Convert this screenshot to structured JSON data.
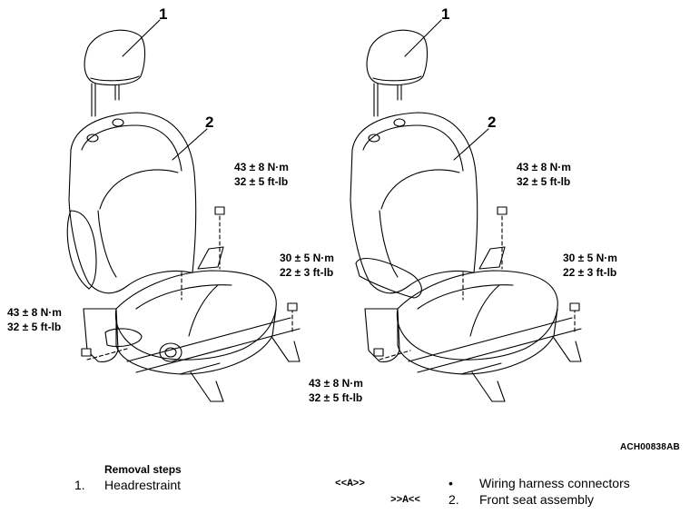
{
  "diagram": {
    "seat_left": {
      "headrestraint_callout": "1",
      "seat_callout": "2",
      "torque_backrest": {
        "nm": "43 ± 8 N·m",
        "ftlb": "32 ± 5 ft-lb"
      },
      "torque_rear": {
        "nm": "30 ± 5 N·m",
        "ftlb": "22 ± 3 ft-lb"
      },
      "torque_front": {
        "nm": "43 ± 8 N·m",
        "ftlb": "32 ± 5 ft-lb"
      }
    },
    "seat_right": {
      "headrestraint_callout": "1",
      "seat_callout": "2",
      "torque_backrest": {
        "nm": "43 ± 8 N·m",
        "ftlb": "32 ± 5 ft-lb"
      },
      "torque_rear": {
        "nm": "30 ± 5 N·m",
        "ftlb": "22 ± 3 ft-lb"
      },
      "torque_front": {
        "nm": "43 ± 8 N·m",
        "ftlb": "32 ± 5 ft-lb"
      }
    },
    "figure_code": "ACH00838AB"
  },
  "steps": {
    "heading": "Removal steps",
    "items": [
      {
        "number": "1.",
        "label": "Headrestraint",
        "note": ""
      },
      {
        "number": "•",
        "label": "Wiring harness connectors",
        "note": "<<A>>"
      },
      {
        "number": "2.",
        "label": "Front seat assembly",
        "note": ">>A<<"
      }
    ]
  },
  "colors": {
    "line": "#000000",
    "background": "#ffffff"
  }
}
